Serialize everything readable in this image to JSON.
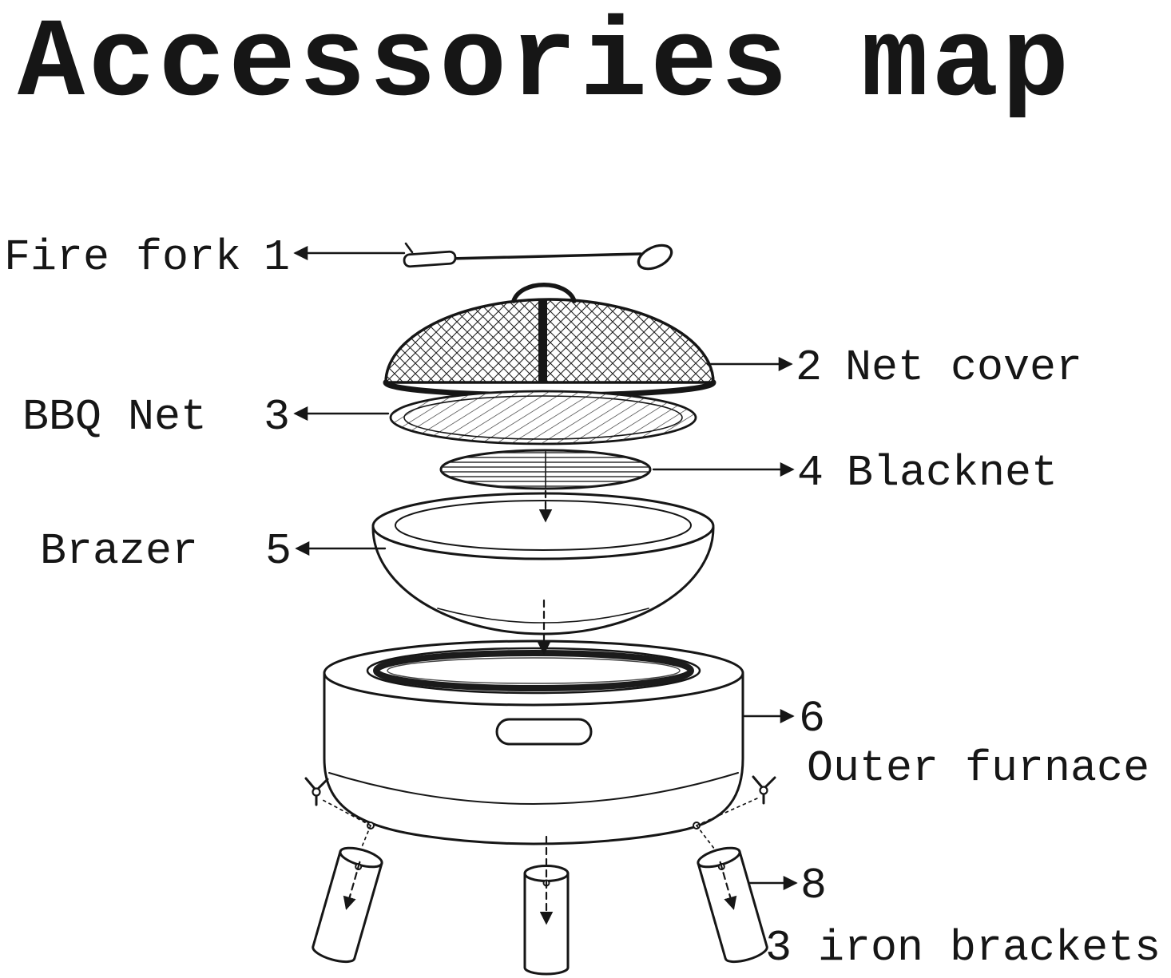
{
  "title": "Accessories map",
  "parts": [
    {
      "number": "1",
      "label": "Fire fork",
      "side": "left"
    },
    {
      "number": "2",
      "label": "Net cover",
      "side": "right"
    },
    {
      "number": "3",
      "label": "BBQ Net",
      "side": "left"
    },
    {
      "number": "4",
      "label": "Blacknet",
      "side": "right"
    },
    {
      "number": "5",
      "label": "Brazer",
      "side": "left"
    },
    {
      "number": "6",
      "label": "Outer furnace",
      "side": "right"
    },
    {
      "number": "8",
      "label": "3 iron brackets",
      "side": "right"
    }
  ],
  "colors": {
    "ink": "#161616",
    "background": "#ffffff"
  }
}
